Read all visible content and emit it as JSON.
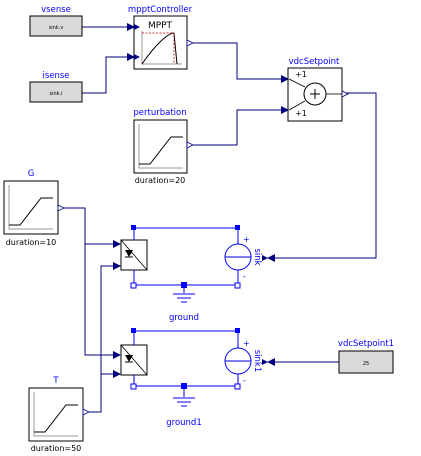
{
  "diagram": {
    "blocks": {
      "vsense": {
        "name": "vsense",
        "value": "sink.v"
      },
      "isense": {
        "name": "isense",
        "value": "sink.i"
      },
      "mppt": {
        "name": "mpptController",
        "inner_label": "MPPT"
      },
      "vdc_setpoint": {
        "name": "vdcSetpoint",
        "gain1": "+1",
        "gain2": "+1"
      },
      "perturbation": {
        "name": "perturbation",
        "param": "duration=20"
      },
      "g": {
        "name": "G",
        "param": "duration=10"
      },
      "t": {
        "name": "T",
        "param": "duration=50"
      },
      "sink": {
        "name": "sink",
        "plus": "+",
        "minus": "-"
      },
      "sink1": {
        "name": "sink1",
        "plus": "+",
        "minus": "-"
      },
      "ground": {
        "name": "ground"
      },
      "ground1": {
        "name": "ground1"
      },
      "vdc_setpoint1": {
        "name": "vdcSetpoint1",
        "value": "25"
      }
    },
    "colors": {
      "signal_wire": "#00007f",
      "electric_wire": "#0000ff",
      "block_name": "#0000ff",
      "mppt_curve": "#cc0000",
      "constant_fill": "#d9d9d9"
    }
  }
}
